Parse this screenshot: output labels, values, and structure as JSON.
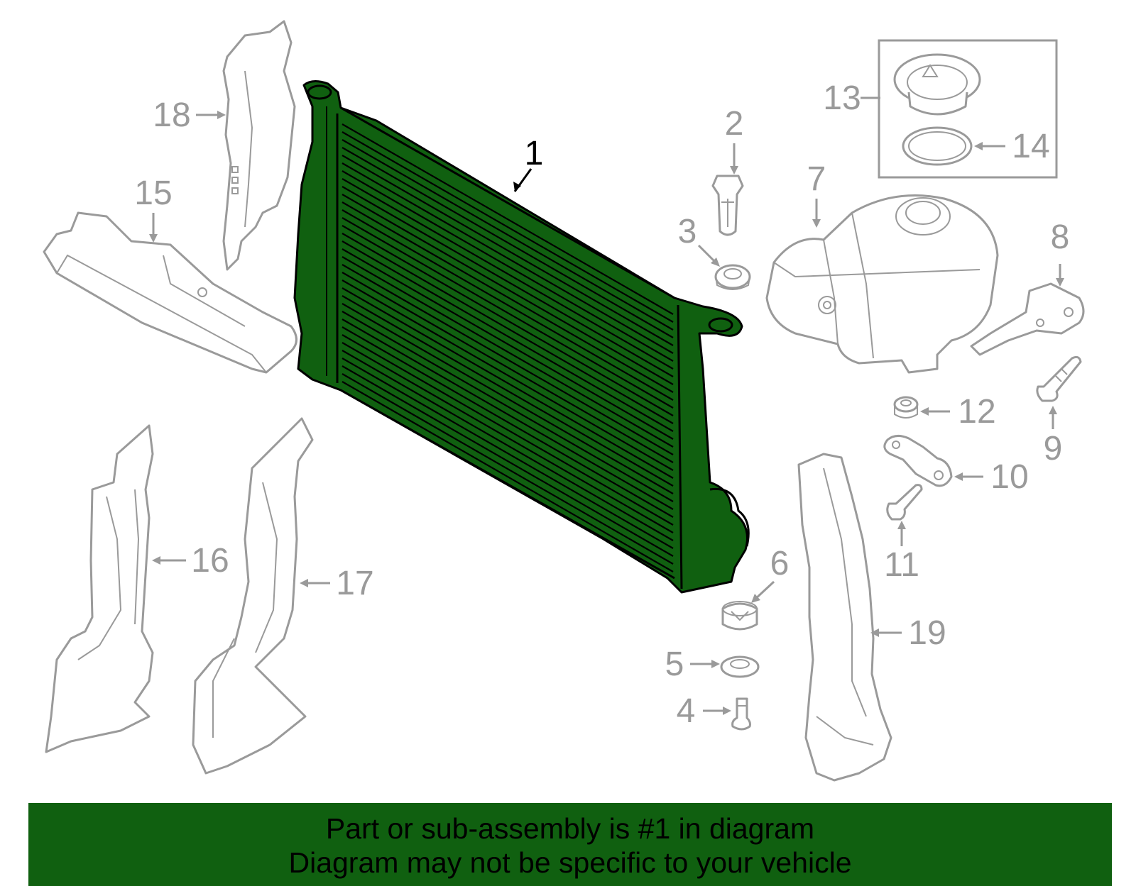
{
  "callouts": [
    {
      "id": "1",
      "label": "1",
      "highlighted": true
    },
    {
      "id": "2",
      "label": "2"
    },
    {
      "id": "3",
      "label": "3"
    },
    {
      "id": "4",
      "label": "4"
    },
    {
      "id": "5",
      "label": "5"
    },
    {
      "id": "6",
      "label": "6"
    },
    {
      "id": "7",
      "label": "7"
    },
    {
      "id": "8",
      "label": "8"
    },
    {
      "id": "9",
      "label": "9"
    },
    {
      "id": "10",
      "label": "10"
    },
    {
      "id": "11",
      "label": "11"
    },
    {
      "id": "12",
      "label": "12"
    },
    {
      "id": "13",
      "label": "13"
    },
    {
      "id": "14",
      "label": "14"
    },
    {
      "id": "15",
      "label": "15"
    },
    {
      "id": "16",
      "label": "16"
    },
    {
      "id": "17",
      "label": "17"
    },
    {
      "id": "18",
      "label": "18"
    },
    {
      "id": "19",
      "label": "19"
    }
  ],
  "banner": {
    "line1": "Part or sub-assembly is #1 in diagram",
    "line2": "Diagram may not be specific to your vehicle"
  },
  "colors": {
    "highlight_fill": "#106010",
    "outline_gray": "#9a9a9a",
    "banner_bg": "#106010",
    "text_dark": "#000000"
  }
}
